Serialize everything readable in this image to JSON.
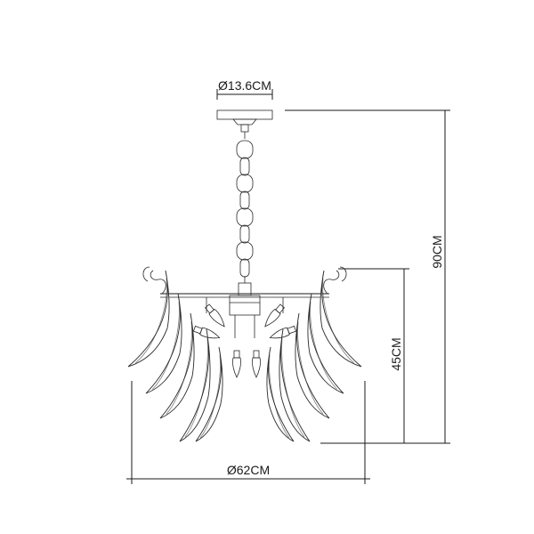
{
  "dimensions": {
    "canopy_diameter": "Ø13.6CM",
    "total_height": "90CM",
    "body_height": "45CM",
    "body_diameter": "Ø62CM"
  }
}
